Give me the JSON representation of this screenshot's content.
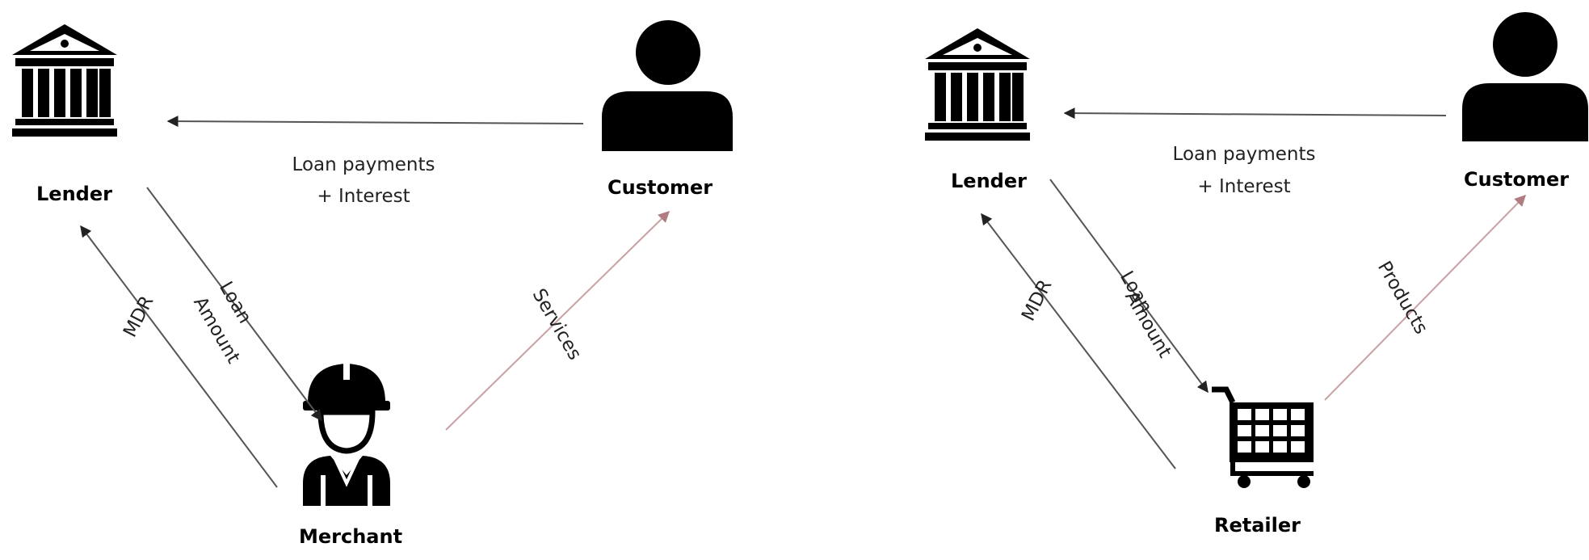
{
  "diagrams": [
    {
      "lender_label": "Lender",
      "customer_label": "Customer",
      "third_party_label": "Merchant",
      "payment_label_line1": "Loan payments",
      "payment_label_line2": "+ Interest",
      "mdr_label": "MDR",
      "loan_label_line1": "Loan",
      "loan_label_line2": "Amount",
      "delivery_label": "Services"
    },
    {
      "lender_label": "Lender",
      "customer_label": "Customer",
      "third_party_label": "Retailer",
      "payment_label_line1": "Loan payments",
      "payment_label_line2": "+ Interest",
      "mdr_label": "MDR",
      "loan_label_line1": "Loan",
      "loan_label_line2": "Amount",
      "delivery_label": "Products"
    }
  ],
  "colors": {
    "ink": "#000000",
    "line": "#555555",
    "delivery_line": "#c9a0a4"
  },
  "icons": {
    "lender": "bank-icon",
    "customer": "person-icon",
    "merchant": "worker-icon",
    "retailer": "shopping-cart-icon"
  }
}
